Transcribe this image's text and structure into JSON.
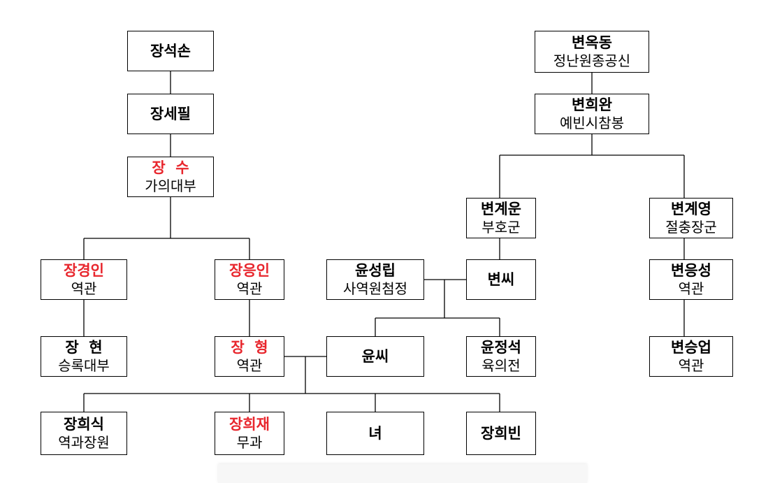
{
  "colors": {
    "highlight": "#e8262d",
    "text": "#000000",
    "line": "#000000"
  },
  "people": {
    "jang_seokson": {
      "name": "장석손",
      "title": ""
    },
    "jang_sepil": {
      "name": "장세필",
      "title": ""
    },
    "jang_su": {
      "name": "장  수",
      "title": "가의대부"
    },
    "jang_gyeongin": {
      "name": "장경인",
      "title": "역관"
    },
    "jang_eungin": {
      "name": "장응인",
      "title": "역관"
    },
    "jang_hyeon": {
      "name": "장  현",
      "title": "승록대부"
    },
    "jang_hyeong": {
      "name": "장  형",
      "title": "역관"
    },
    "yun_ssi": {
      "name": "윤씨",
      "title": ""
    },
    "yun_seongnip": {
      "name": "윤성립",
      "title": "사역원첨정"
    },
    "byeon_ssi": {
      "name": "변씨",
      "title": ""
    },
    "yun_jeongseok": {
      "name": "윤정석",
      "title": "육의전"
    },
    "jang_huisik": {
      "name": "장희식",
      "title": "역과장원"
    },
    "jang_huijae": {
      "name": "장희재",
      "title": "무과"
    },
    "nyeo": {
      "name": "녀",
      "title": ""
    },
    "jang_huibin": {
      "name": "장희빈",
      "title": ""
    },
    "byeon_okdong": {
      "name": "변옥동",
      "title": "정난원종공신"
    },
    "byeon_huiwan": {
      "name": "변희완",
      "title": "예빈시참봉"
    },
    "byeon_gyeun": {
      "name": "변계운",
      "title": "부호군"
    },
    "byeon_gyeyeong": {
      "name": "변계영",
      "title": "절충장군"
    },
    "byeon_eungseong": {
      "name": "변응성",
      "title": "역관"
    },
    "byeon_eungeop": {
      "name": "변승업",
      "title": "역관"
    }
  }
}
